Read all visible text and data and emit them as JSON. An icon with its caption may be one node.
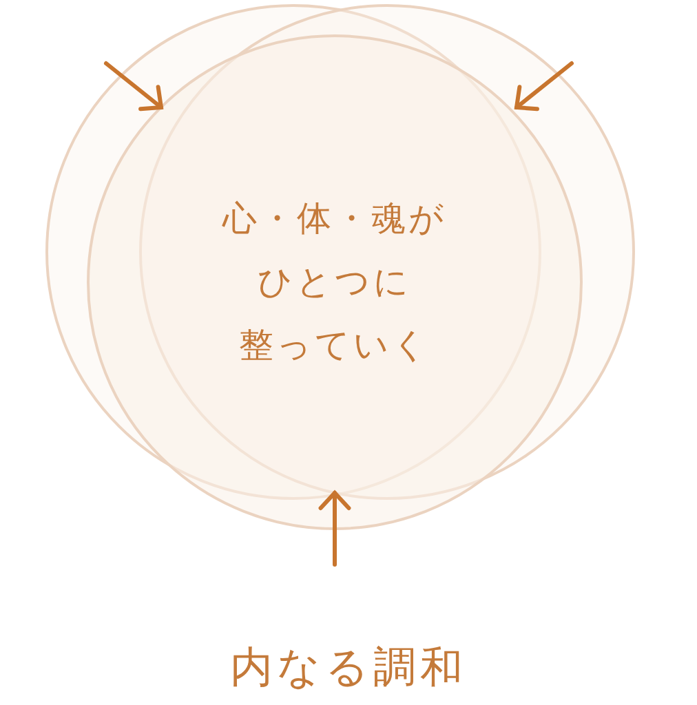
{
  "diagram": {
    "caption": "内なる調和",
    "nodes": [
      {
        "text": [],
        "shape": "circle"
      },
      {
        "text": [],
        "shape": "circle"
      },
      {
        "text": [
          "心・体・魂がひとつに整っていく"
        ]
      }
    ]
  }
}
